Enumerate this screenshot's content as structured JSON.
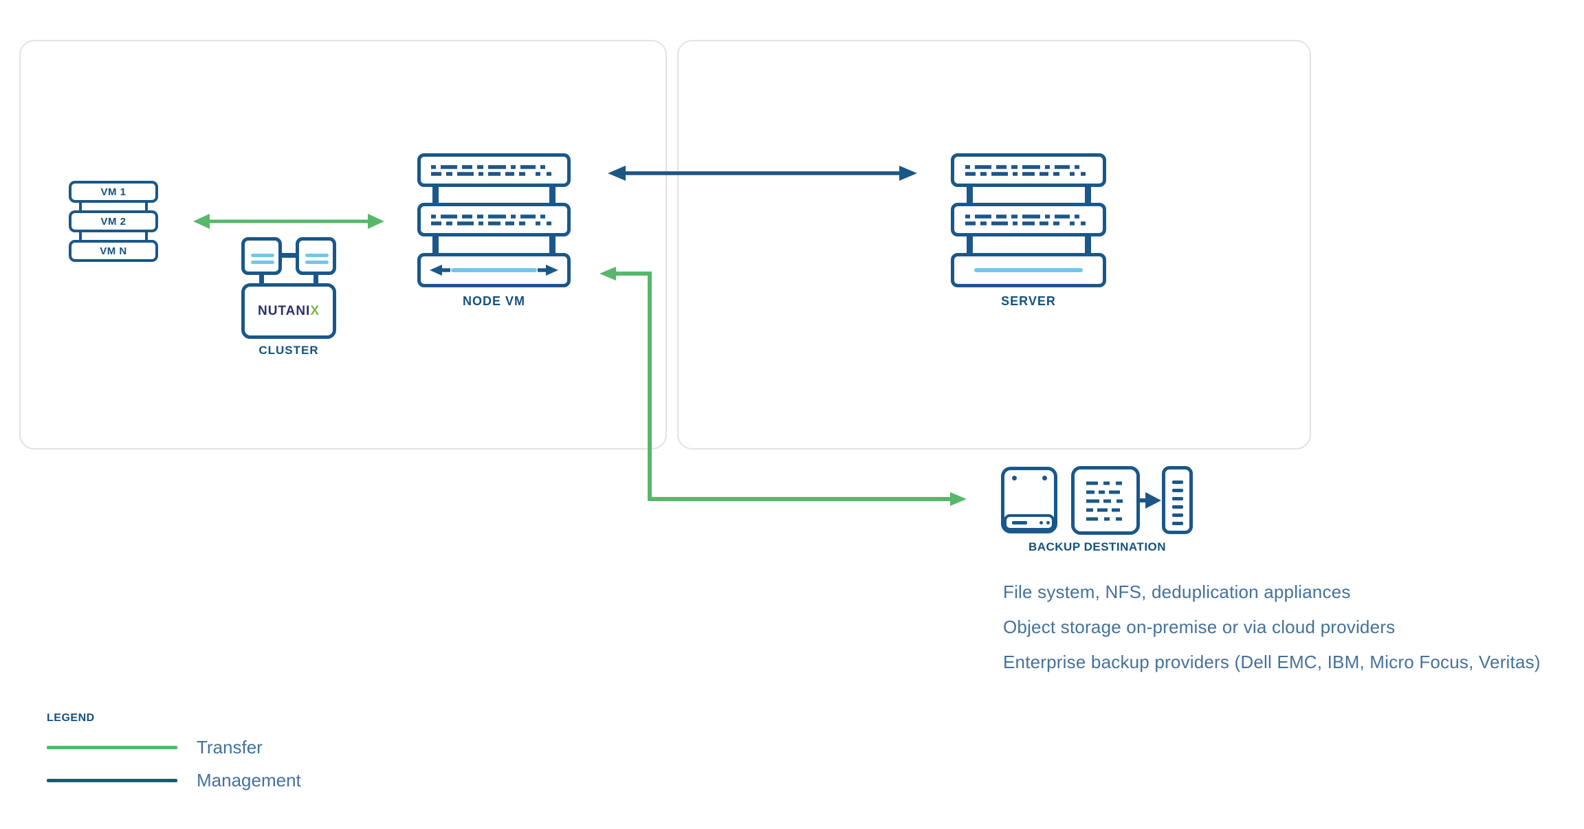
{
  "diagram": {
    "left_panel": {
      "vms": [
        "VM 1",
        "VM 2",
        "VM N"
      ],
      "cluster": {
        "logo_main": "NUTANI",
        "logo_x": "X",
        "label": "CLUSTER"
      },
      "node_vm": {
        "label": "NODE VM"
      }
    },
    "right_panel": {
      "server": {
        "label": "SERVER"
      }
    },
    "backup": {
      "label": "BACKUP DESTINATION",
      "options": [
        "File system, NFS, deduplication appliances",
        "Object storage on-premise or via cloud providers",
        "Enterprise backup providers (Dell EMC, IBM, Micro Focus, Veritas)"
      ]
    },
    "legend": {
      "title": "LEGEND",
      "items": [
        {
          "label": "Transfer",
          "color": "#57b76b"
        },
        {
          "label": "Management",
          "color": "#1d5684"
        }
      ]
    },
    "colors": {
      "outline": "#1a578a",
      "label_text": "#14517e",
      "transfer_green": "#57b76b",
      "management_blue": "#1d5684",
      "accent_light_blue": "#6fc8ec",
      "body_text": "#44719b",
      "panel_border": "#e0e2e5",
      "logo_navy": "#2b2e6d",
      "logo_green": "#78b843"
    }
  }
}
